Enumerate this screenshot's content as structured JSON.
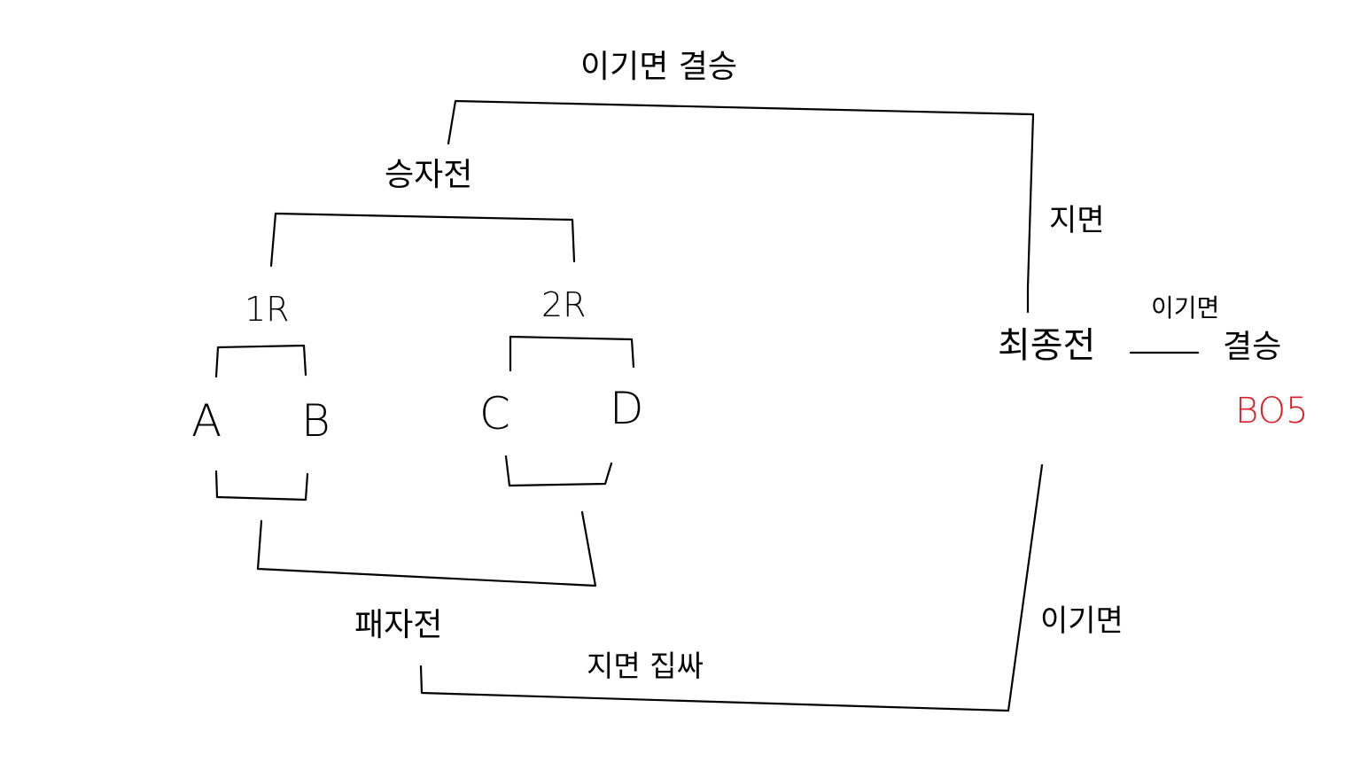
{
  "labels": {
    "top_win": "이기면 결승",
    "winners_match": "승자전",
    "round1": "1R",
    "round2": "2R",
    "team_a": "A",
    "team_b": "B",
    "team_c": "C",
    "team_d": "D",
    "losers_match": "패자전",
    "lose_out": "지면 집싸",
    "final_lose": "지면",
    "final_match": "최종전",
    "final_win": "이기면",
    "final_result": "결승",
    "format": "BO5",
    "losers_win": "이기면"
  },
  "colors": {
    "ink": "#000000",
    "accent": "#e31b23"
  }
}
